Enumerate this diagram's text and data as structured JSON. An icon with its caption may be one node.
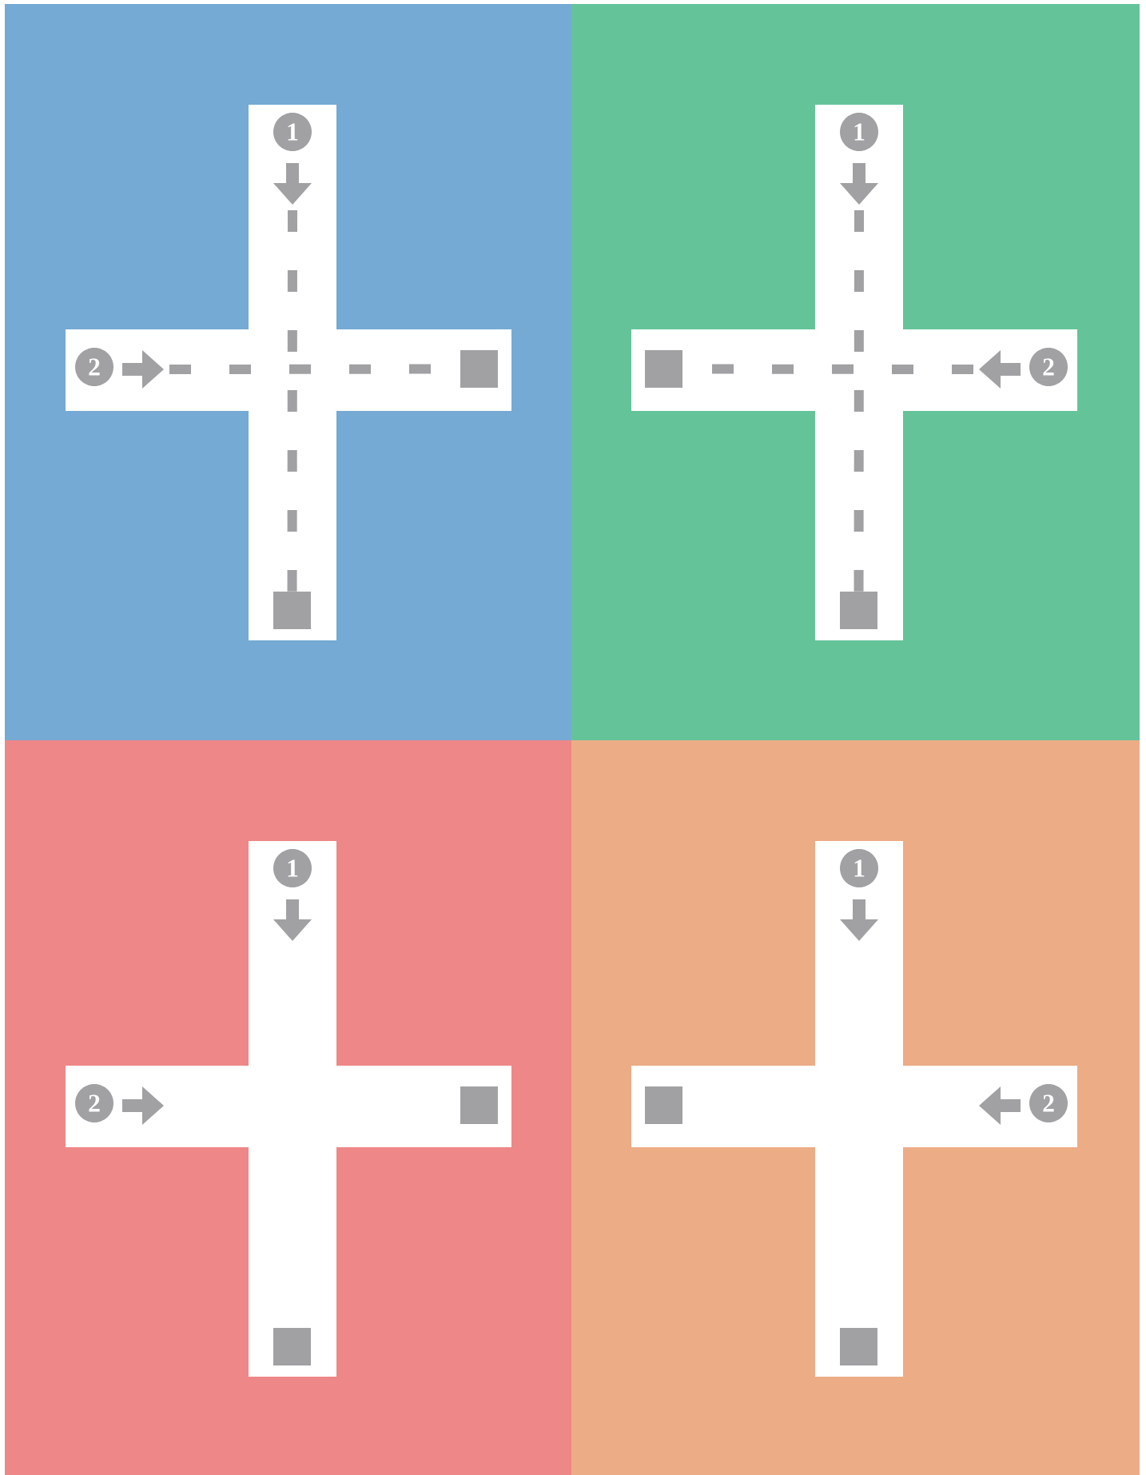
{
  "diagram": {
    "nodes": [
      {
        "text": [],
        "shape": "cross"
      },
      {
        "text": [
          "1"
        ],
        "in": 0
      },
      {
        "text": [
          "2"
        ],
        "in": 0
      },
      {
        "text": [],
        "shape": "box",
        "in": 0
      },
      {
        "text": [],
        "shape": "box",
        "in": 0
      },
      {
        "text": [],
        "shape": "cross"
      },
      {
        "text": [
          "1"
        ],
        "in": 5
      },
      {
        "text": [
          "2"
        ],
        "in": 5
      },
      {
        "text": [],
        "shape": "box",
        "in": 5
      },
      {
        "text": [],
        "shape": "box",
        "in": 5
      },
      {
        "text": [],
        "shape": "cross"
      },
      {
        "text": [
          "1"
        ],
        "in": 10
      },
      {
        "text": [
          "2"
        ],
        "in": 10
      },
      {
        "text": [],
        "shape": "box",
        "in": 10
      },
      {
        "text": [],
        "shape": "box",
        "in": 10
      },
      {
        "text": [],
        "shape": "cross"
      },
      {
        "text": [
          "1"
        ],
        "in": 15
      },
      {
        "text": [
          "2"
        ],
        "in": 15
      },
      {
        "text": [],
        "shape": "box",
        "in": 15
      },
      {
        "text": [],
        "shape": "box",
        "in": 15
      }
    ],
    "edges": [
      {
        "from": 1,
        "to": null,
        "arrow": "to"
      },
      {
        "from": 1,
        "to": 3,
        "arrow": "none",
        "style": "dashed"
      },
      {
        "from": 2,
        "to": null,
        "arrow": "to"
      },
      {
        "from": 2,
        "to": 4,
        "arrow": "none",
        "style": "dashed"
      },
      {
        "from": 6,
        "to": null,
        "arrow": "to"
      },
      {
        "from": 6,
        "to": 8,
        "arrow": "none",
        "style": "dashed"
      },
      {
        "from": 7,
        "to": null,
        "arrow": "to"
      },
      {
        "from": 7,
        "to": 9,
        "arrow": "none",
        "style": "dashed"
      },
      {
        "from": 11,
        "to": null,
        "arrow": "to"
      },
      {
        "from": 12,
        "to": null,
        "arrow": "to"
      },
      {
        "from": 16,
        "to": null,
        "arrow": "to"
      },
      {
        "from": 17,
        "to": null,
        "arrow": "to"
      }
    ]
  }
}
